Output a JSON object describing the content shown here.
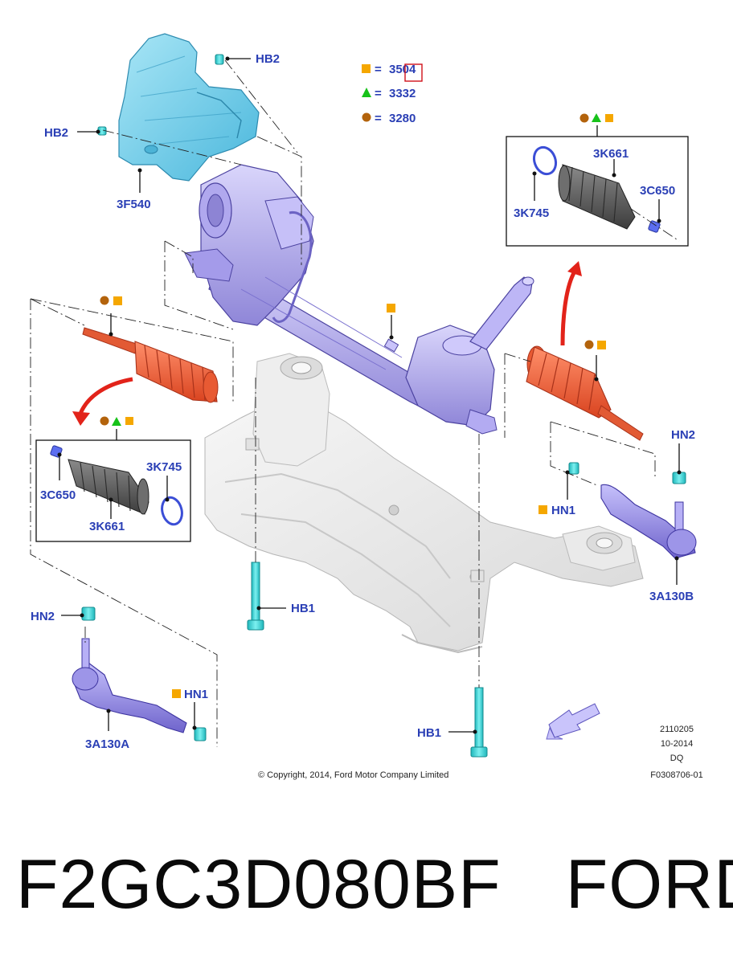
{
  "legend": [
    {
      "shape": "square",
      "color": "#f5a700",
      "equals": "=",
      "code": "3504"
    },
    {
      "shape": "triangle",
      "color": "#17c21a",
      "equals": "=",
      "code": "3332"
    },
    {
      "shape": "circle",
      "color": "#b3630c",
      "equals": "=",
      "code": "3280"
    }
  ],
  "labels": {
    "hb2_top": "HB2",
    "hb2_left": "HB2",
    "shield": "3F540",
    "boot_r": "3K661",
    "boot_clamp_r": "3K745",
    "inner_clamp_r": "3C650",
    "boot_clamp_l": "3K745",
    "inner_clamp_l": "3C650",
    "boot_l": "3K661",
    "hn2_right": "HN2",
    "hn1_right": "HN1",
    "tie_rod_right": "3A130B",
    "hb1_mid": "HB1",
    "hn2_left": "HN2",
    "hn1_left": "HN1",
    "tie_rod_left": "3A130A",
    "hb1_bottom": "HB1"
  },
  "info": {
    "line1": "2110205",
    "line2": "10-2014",
    "line3": "DQ",
    "line4": "F0308706-01"
  },
  "copyright": "© Copyright, 2014, Ford Motor Company Limited",
  "part_number": "F2GC3D080BF",
  "brand": "FORD",
  "colors": {
    "label": "#2a3fb5",
    "shield": "#7fd3ec",
    "rack": "#b9b2f0",
    "boot_orange": "#f0643c",
    "boot_gray": "#5b5b5b",
    "fastener": "#39d0d2",
    "arrow_red": "#e2231a"
  }
}
